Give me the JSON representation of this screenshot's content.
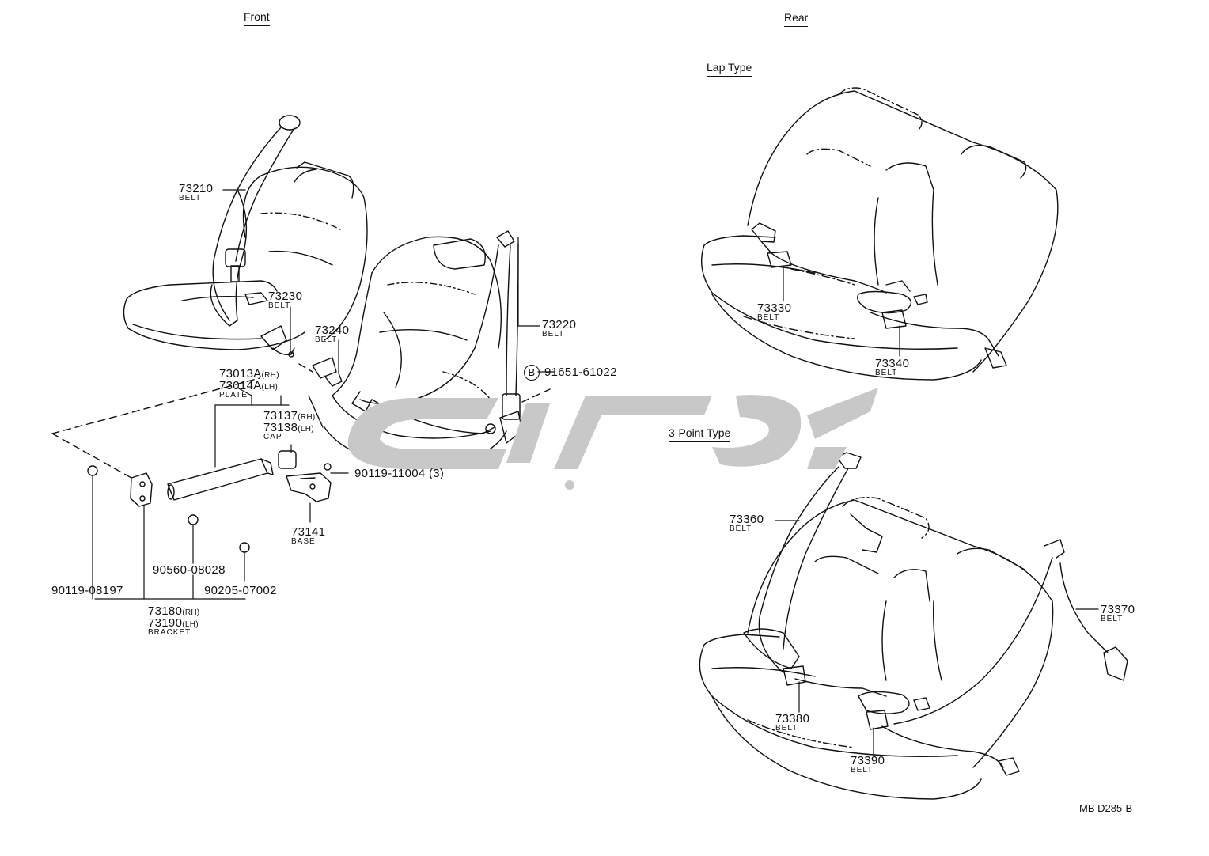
{
  "headings": {
    "front": "Front",
    "rear": "Rear",
    "lap_type": "Lap Type",
    "three_point_type": "3-Point Type"
  },
  "front_parts": {
    "p73210": {
      "number": "73210",
      "desc": "BELT"
    },
    "p73230": {
      "number": "73230",
      "desc": "BELT"
    },
    "p73240": {
      "number": "73240",
      "desc": "BELT"
    },
    "p73220": {
      "number": "73220",
      "desc": "BELT"
    },
    "p91651": {
      "circle": "B",
      "number": "91651-61022"
    },
    "plate": {
      "number_rh": "73013A",
      "suffix_rh": "(RH)",
      "number_lh": "73014A",
      "suffix_lh": "(LH)",
      "desc": "PLATE"
    },
    "cap": {
      "number_rh": "73137",
      "suffix_rh": "(RH)",
      "number_lh": "73138",
      "suffix_lh": "(LH)",
      "desc": "CAP"
    },
    "p90119_11004": {
      "number": "90119-11004 (3)"
    },
    "p73141": {
      "number": "73141",
      "desc": "BASE"
    },
    "p90560": {
      "number": "90560-08028"
    },
    "p90119_08197": {
      "number": "90119-08197"
    },
    "p90205": {
      "number": "90205-07002"
    },
    "bracket": {
      "number_rh": "73180",
      "suffix_rh": "(RH)",
      "number_lh": "73190",
      "suffix_lh": "(LH)",
      "desc": "BRACKET"
    }
  },
  "rear_parts": {
    "p73330": {
      "number": "73330",
      "desc": "BELT"
    },
    "p73340": {
      "number": "73340",
      "desc": "BELT"
    },
    "p73360": {
      "number": "73360",
      "desc": "BELT"
    },
    "p73370": {
      "number": "73370",
      "desc": "BELT"
    },
    "p73380": {
      "number": "73380",
      "desc": "BELT"
    },
    "p73390": {
      "number": "73390",
      "desc": "BELT"
    }
  },
  "diagram_code": "MB D285-B",
  "colors": {
    "line": "#111111",
    "watermark": "#c8c8c8",
    "background": "#ffffff"
  }
}
